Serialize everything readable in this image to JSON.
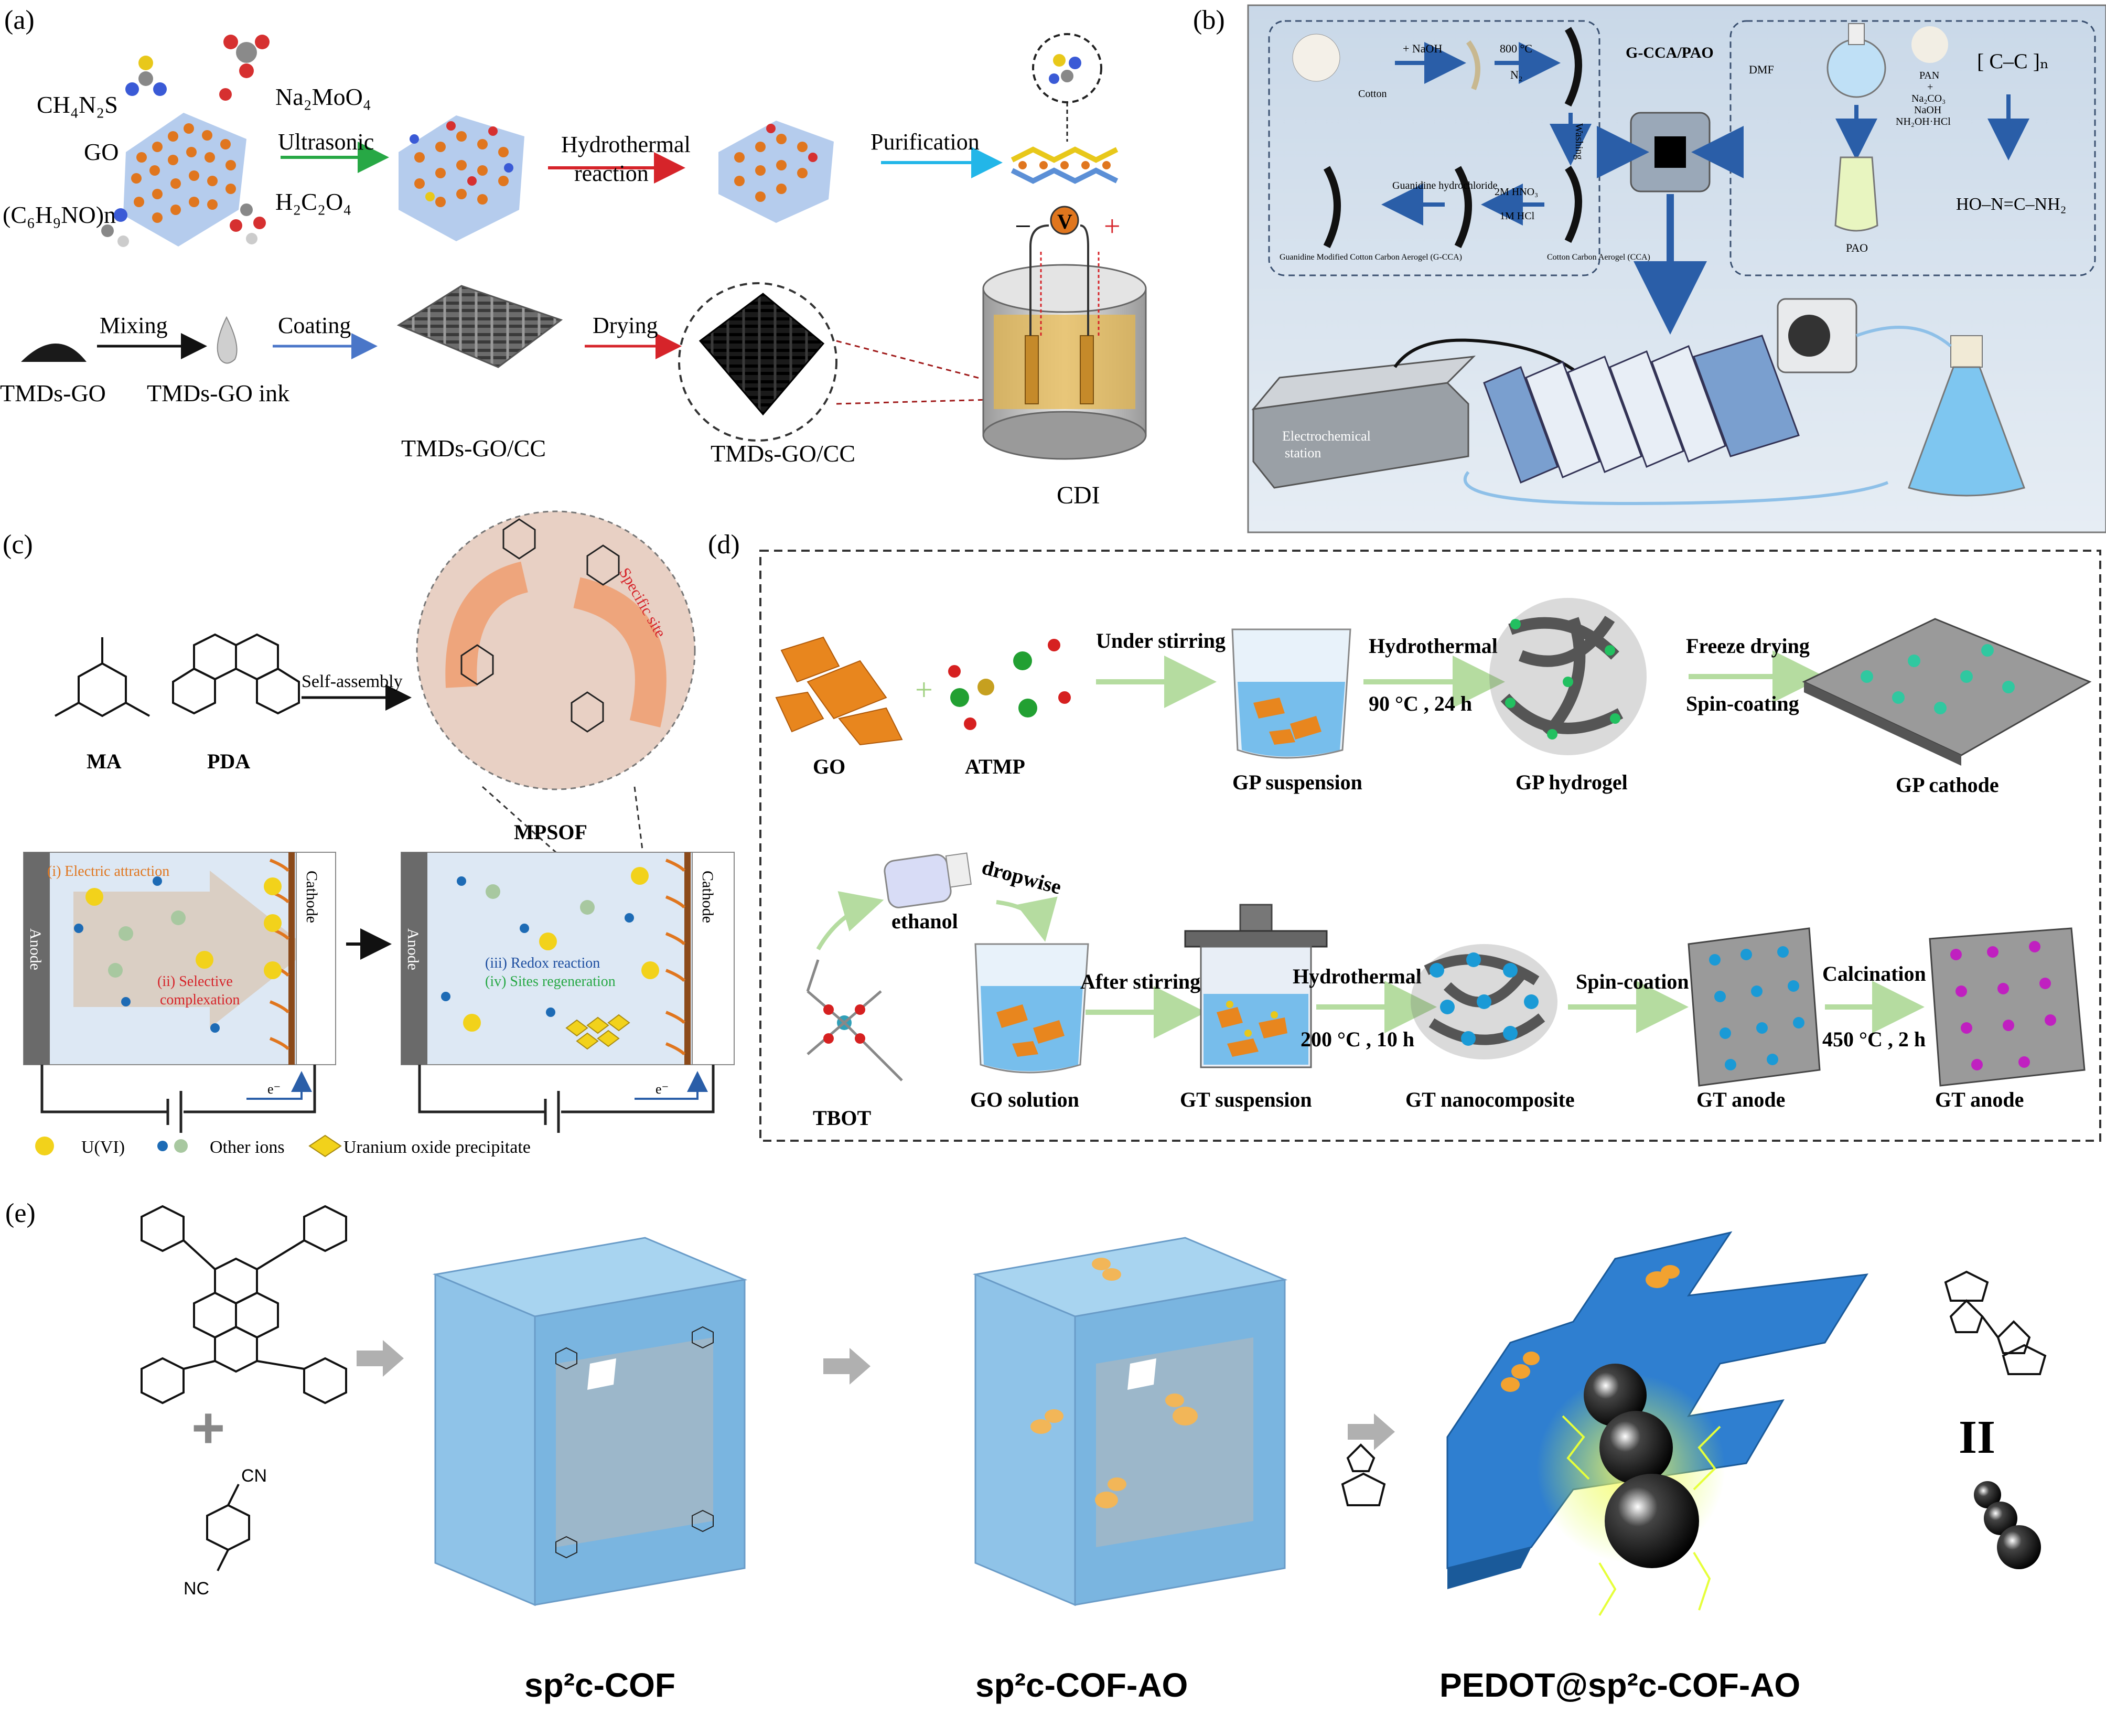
{
  "panels": {
    "a": {
      "label": "(a)",
      "reagents": {
        "thiourea": "CH₄N₂S",
        "molybdate": "Na₂MoO₄",
        "go": "GO",
        "pvp": "(C₆H₉NO)n",
        "oxalic": "H₂C₂O₄"
      },
      "steps": [
        "Ultrasonic",
        "Hydrothermal",
        "reaction",
        "Purification"
      ],
      "process": [
        "Mixing",
        "Coating",
        "Drying"
      ],
      "products": [
        "TMDs-GO",
        "TMDs-GO ink",
        "TMDs-GO/CC",
        "TMDs-GO/CC"
      ],
      "cell": "CDI",
      "voltmeter": "V",
      "minus": "−",
      "plus": "+"
    },
    "b": {
      "label": "(b)",
      "cotton": "Cotton",
      "naoh": "+ NaOH",
      "temp": "800 °C",
      "n2": "N₂",
      "washing": "Washing",
      "acid1": "2M HNO₃",
      "acid2": "1M HCl",
      "guanidine": "Guanidine hydrochloride",
      "gcca": "Guanidine Modified Cotton Carbon Aerogel (G-CCA)",
      "cca": "Cotton Carbon Aerogel (CCA)",
      "center": "G-CCA/PAO",
      "dmf": "DMF",
      "reagents": [
        "PAN",
        "+",
        "Na₂CO₃",
        "NaOH",
        "NH₂OH·HCl"
      ],
      "pao": "PAO",
      "station": [
        "Electrochemical",
        "station"
      ]
    },
    "c": {
      "label": "(c)",
      "ma": "MA",
      "pda": "PDA",
      "self": "Self-assembly",
      "mpsof": "MPSOF",
      "specific": "Specific site",
      "anode": "Anode",
      "cathode": "Cathode",
      "steps": [
        "(i) Electric attraction",
        "(ii) Selective",
        "complexation",
        "(iii) Redox reaction",
        "(iv) Sites regeneration"
      ],
      "electron": "e⁻",
      "legend": [
        "U(VI)",
        "Other ions",
        "Uranium oxide precipitate"
      ]
    },
    "d": {
      "label": "(d)",
      "row1": [
        "GO",
        "ATMP",
        "Under stirring",
        "GP suspension",
        "Hydrothermal",
        "90 °C , 24 h",
        "GP hydrogel",
        "Freeze drying",
        "Spin-coating",
        "GP cathode"
      ],
      "row2": [
        "ethanol",
        "dropwise",
        "TBOT",
        "GO solution",
        "After stirring",
        "GT suspension",
        "Hydrothermal",
        "200 °C , 10 h",
        "GT nanocomposite",
        "Spin-coation",
        "GT anode",
        "Calcination",
        "450 °C , 2 h",
        "GT anode"
      ]
    },
    "e": {
      "label": "(e)",
      "cof1": "sp²c-COF",
      "cof2": "sp²c-COF-AO",
      "cof3": "PEDOT@sp²c-COF-AO",
      "cn": "CN",
      "nc": "NC",
      "equals": "II"
    }
  },
  "colors": {
    "go_gray": "#4a4a4a",
    "carbon_blue": "#5b8fd6",
    "cof_blue": "#8fc3e8",
    "cof_dark": "#2f7fd0",
    "orange": "#e98a2e",
    "yellow": "#f2d21b",
    "panel_b_bg": "#d6e2ee",
    "green_arrow": "#27a845",
    "red_arrow": "#d6242a",
    "cyan_arrow": "#22b6e8",
    "blue_arrow": "#4a76c8"
  }
}
